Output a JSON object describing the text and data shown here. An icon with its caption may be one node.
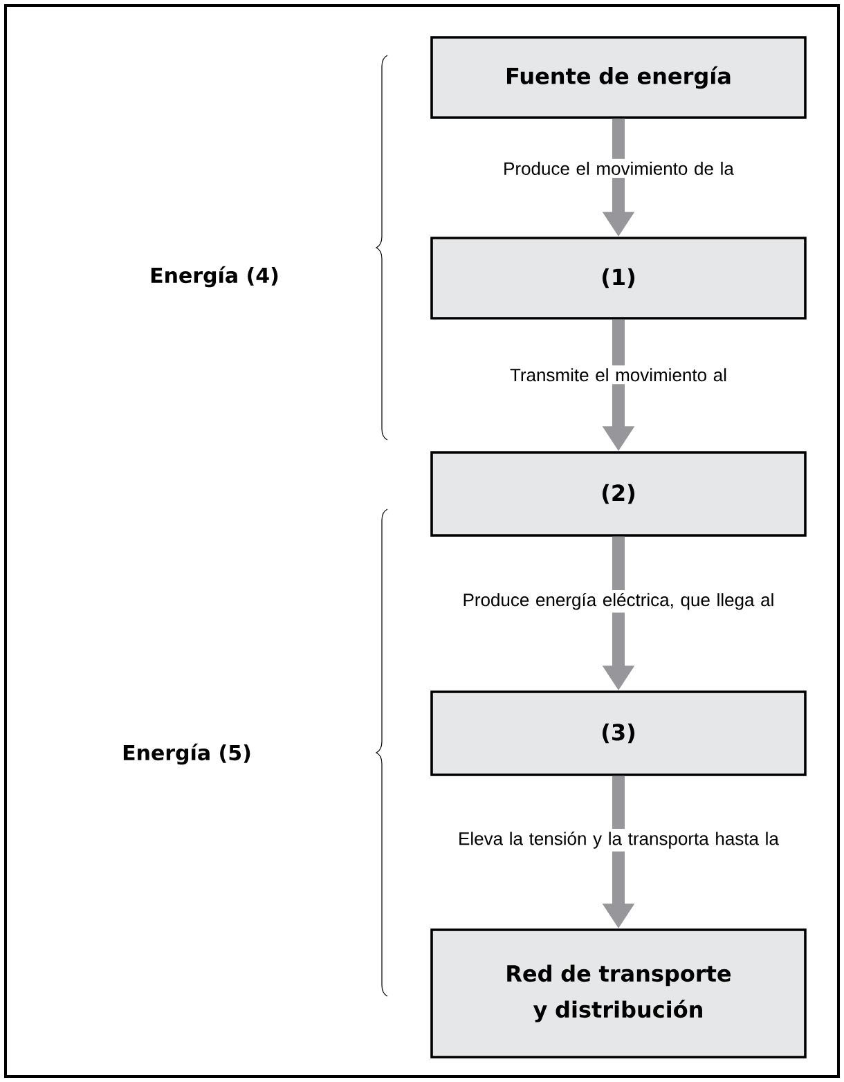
{
  "diagram": {
    "nodes": [
      {
        "text": [
          "Fuente de energía"
        ]
      },
      {
        "text": [
          "(1)"
        ]
      },
      {
        "text": [
          "(2)"
        ]
      },
      {
        "text": [
          "(3)"
        ]
      },
      {
        "text": [
          "Red de transporte y distribución"
        ]
      }
    ],
    "edges": [
      {
        "from": 0,
        "to": 1,
        "arrow": "to",
        "label": "Produce el movimiento de la"
      },
      {
        "from": 1,
        "to": 2,
        "arrow": "to",
        "label": "Transmite el movimiento al"
      },
      {
        "from": 2,
        "to": 3,
        "arrow": "to",
        "label": "Produce energía eléctrica, que llega al"
      },
      {
        "from": 3,
        "to": 4,
        "arrow": "to",
        "label": "Eleva la tensión y la transporta hasta la"
      }
    ],
    "labels": [
      "Energía (4)",
      "Energía (5)"
    ]
  }
}
